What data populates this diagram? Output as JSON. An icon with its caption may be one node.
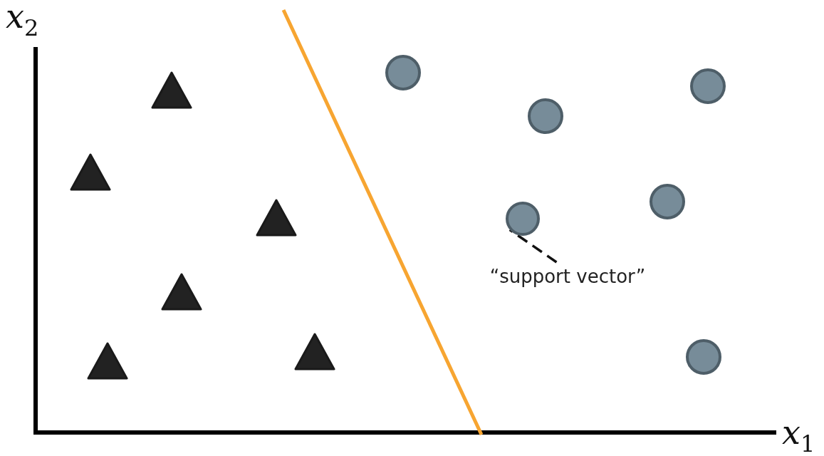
{
  "diagram": {
    "nodes": [
      {
        "text": [
          "“support vector”"
        ]
      },
      {
        "text": [],
        "shape": "circle"
      }
    ],
    "edges": [
      {
        "from": 0,
        "to": 1,
        "arrow": "none",
        "style": "dashed"
      }
    ],
    "labels": [
      "x$_{2}$",
      "x$_{1}$"
    ]
  }
}
